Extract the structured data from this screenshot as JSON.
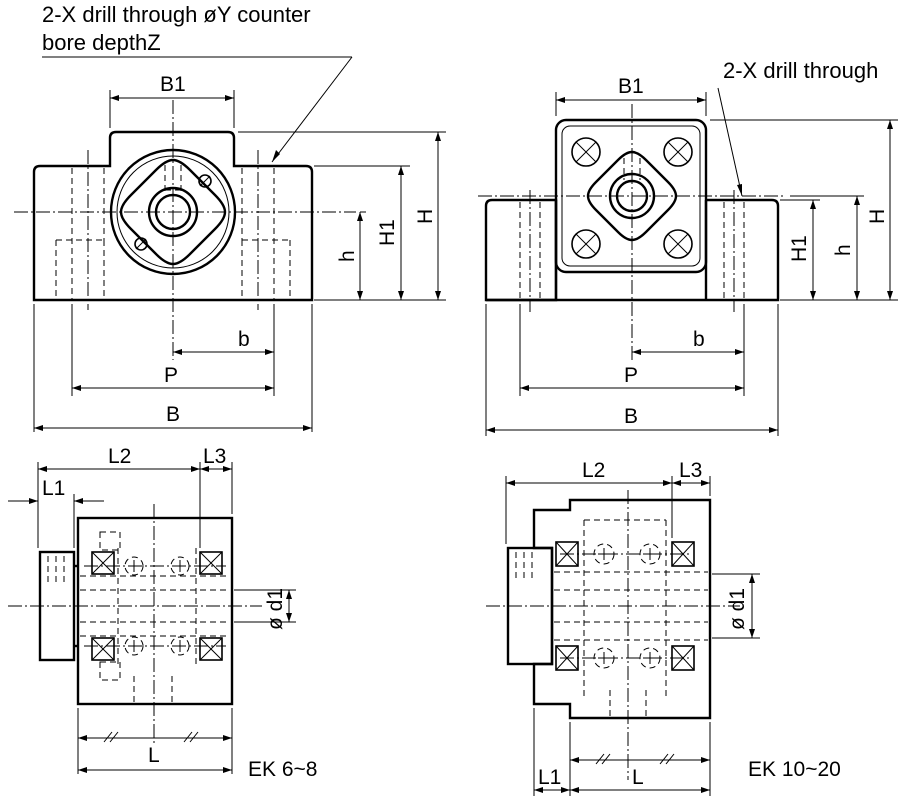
{
  "notes": {
    "left_top_line1": "2-X drill through øY counter",
    "left_top_line2": "bore depthZ",
    "right_top": "2-X drill through"
  },
  "dims": {
    "B1": "B1",
    "H": "H",
    "H1": "H1",
    "h": "h",
    "b": "b",
    "P": "P",
    "B": "B",
    "L": "L",
    "L1": "L1",
    "L2": "L2",
    "L3": "L3",
    "d1": "ø d1"
  },
  "captions": {
    "small": "EK 6~8",
    "large": "EK 10~20"
  }
}
